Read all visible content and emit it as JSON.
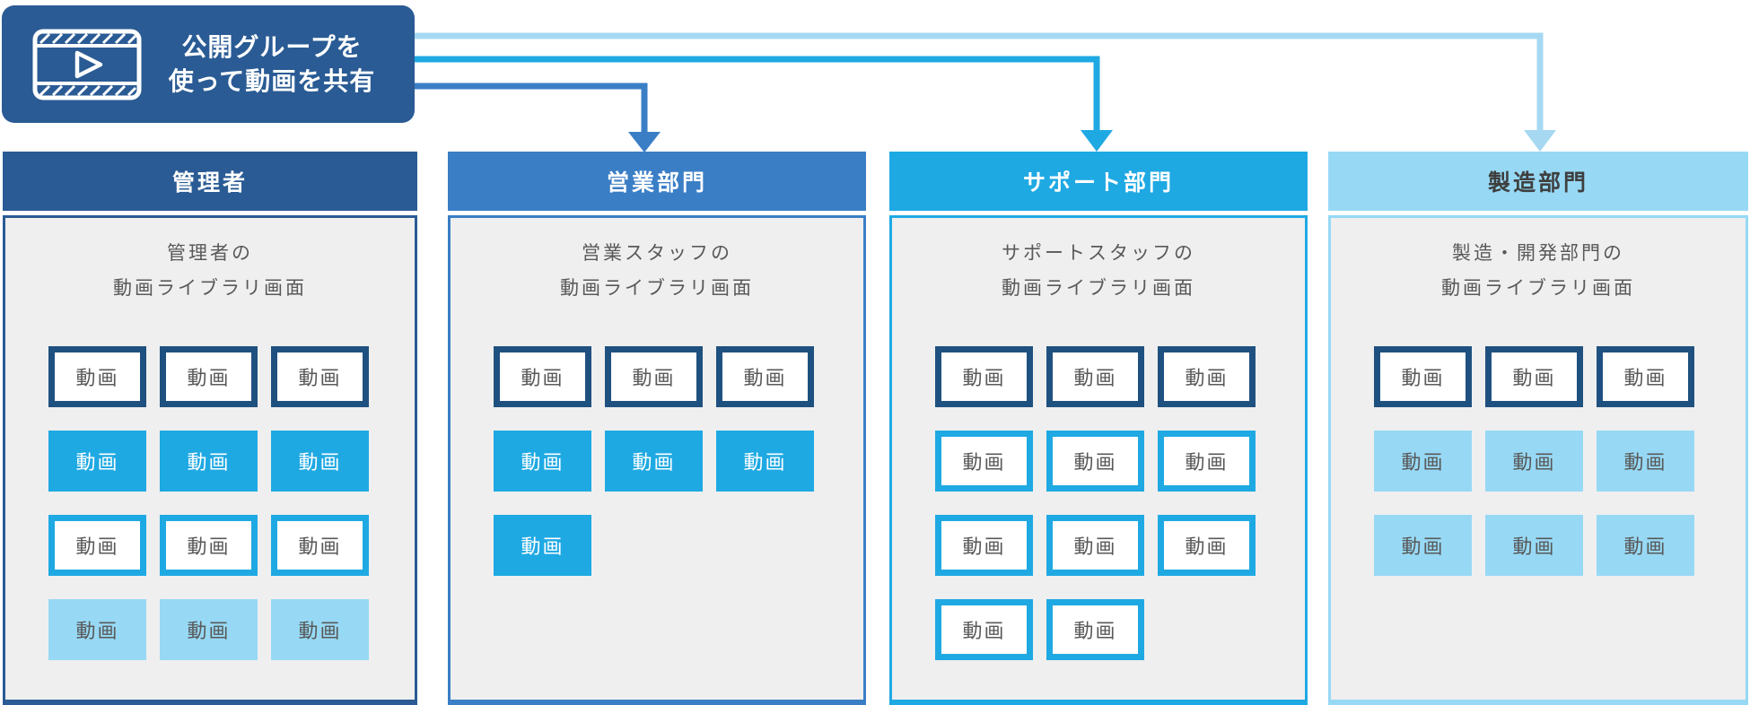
{
  "callout": {
    "icon": "film-play-icon",
    "line1": "公開グループを",
    "line2": "使って動画を共有"
  },
  "colors": {
    "navy": "#2A5B94",
    "navy_dark": "#1F5180",
    "blue": "#3A7EC6",
    "cyan": "#1FA9E3",
    "light_blue": "#97D9F5",
    "arrow_light_blue": "#A6D8F1",
    "panel_bg": "#EFEFEF",
    "text_gray": "#595959",
    "header_text_dark": "#3F3F3F",
    "white": "#FFFFFF"
  },
  "arrows": [
    {
      "target": "営業部門",
      "color": "#3A7EC6"
    },
    {
      "target": "サポート部門",
      "color": "#1FA9E3"
    },
    {
      "target": "製造部門",
      "color": "#A6D8F1"
    }
  ],
  "columns": [
    {
      "header": "管理者",
      "title_line1": "管理者の",
      "title_line2": "動画ライブラリ画面",
      "rows": [
        {
          "style": "navy-outline",
          "boxes": [
            "動画",
            "動画",
            "動画"
          ]
        },
        {
          "style": "cyan-solid",
          "boxes": [
            "動画",
            "動画",
            "動画"
          ]
        },
        {
          "style": "cyan-outline",
          "boxes": [
            "動画",
            "動画",
            "動画"
          ]
        },
        {
          "style": "lightblue-solid",
          "boxes": [
            "動画",
            "動画",
            "動画"
          ]
        }
      ]
    },
    {
      "header": "営業部門",
      "title_line1": "営業スタッフの",
      "title_line2": "動画ライブラリ画面",
      "rows": [
        {
          "style": "navy-outline",
          "boxes": [
            "動画",
            "動画",
            "動画"
          ]
        },
        {
          "style": "cyan-solid",
          "boxes": [
            "動画",
            "動画",
            "動画"
          ]
        },
        {
          "style": "cyan-solid",
          "boxes": [
            "動画"
          ]
        }
      ]
    },
    {
      "header": "サポート部門",
      "title_line1": "サポートスタッフの",
      "title_line2": "動画ライブラリ画面",
      "rows": [
        {
          "style": "navy-outline",
          "boxes": [
            "動画",
            "動画",
            "動画"
          ]
        },
        {
          "style": "cyan-outline",
          "boxes": [
            "動画",
            "動画",
            "動画"
          ]
        },
        {
          "style": "cyan-outline",
          "boxes": [
            "動画",
            "動画",
            "動画"
          ]
        },
        {
          "style": "cyan-outline",
          "boxes": [
            "動画",
            "動画"
          ]
        }
      ]
    },
    {
      "header": "製造部門",
      "title_line1": "製造・開発部門の",
      "title_line2": "動画ライブラリ画面",
      "rows": [
        {
          "style": "navy-outline",
          "boxes": [
            "動画",
            "動画",
            "動画"
          ]
        },
        {
          "style": "lightblue-solid",
          "boxes": [
            "動画",
            "動画",
            "動画"
          ]
        },
        {
          "style": "lightblue-solid",
          "boxes": [
            "動画",
            "動画",
            "動画"
          ]
        }
      ]
    }
  ]
}
